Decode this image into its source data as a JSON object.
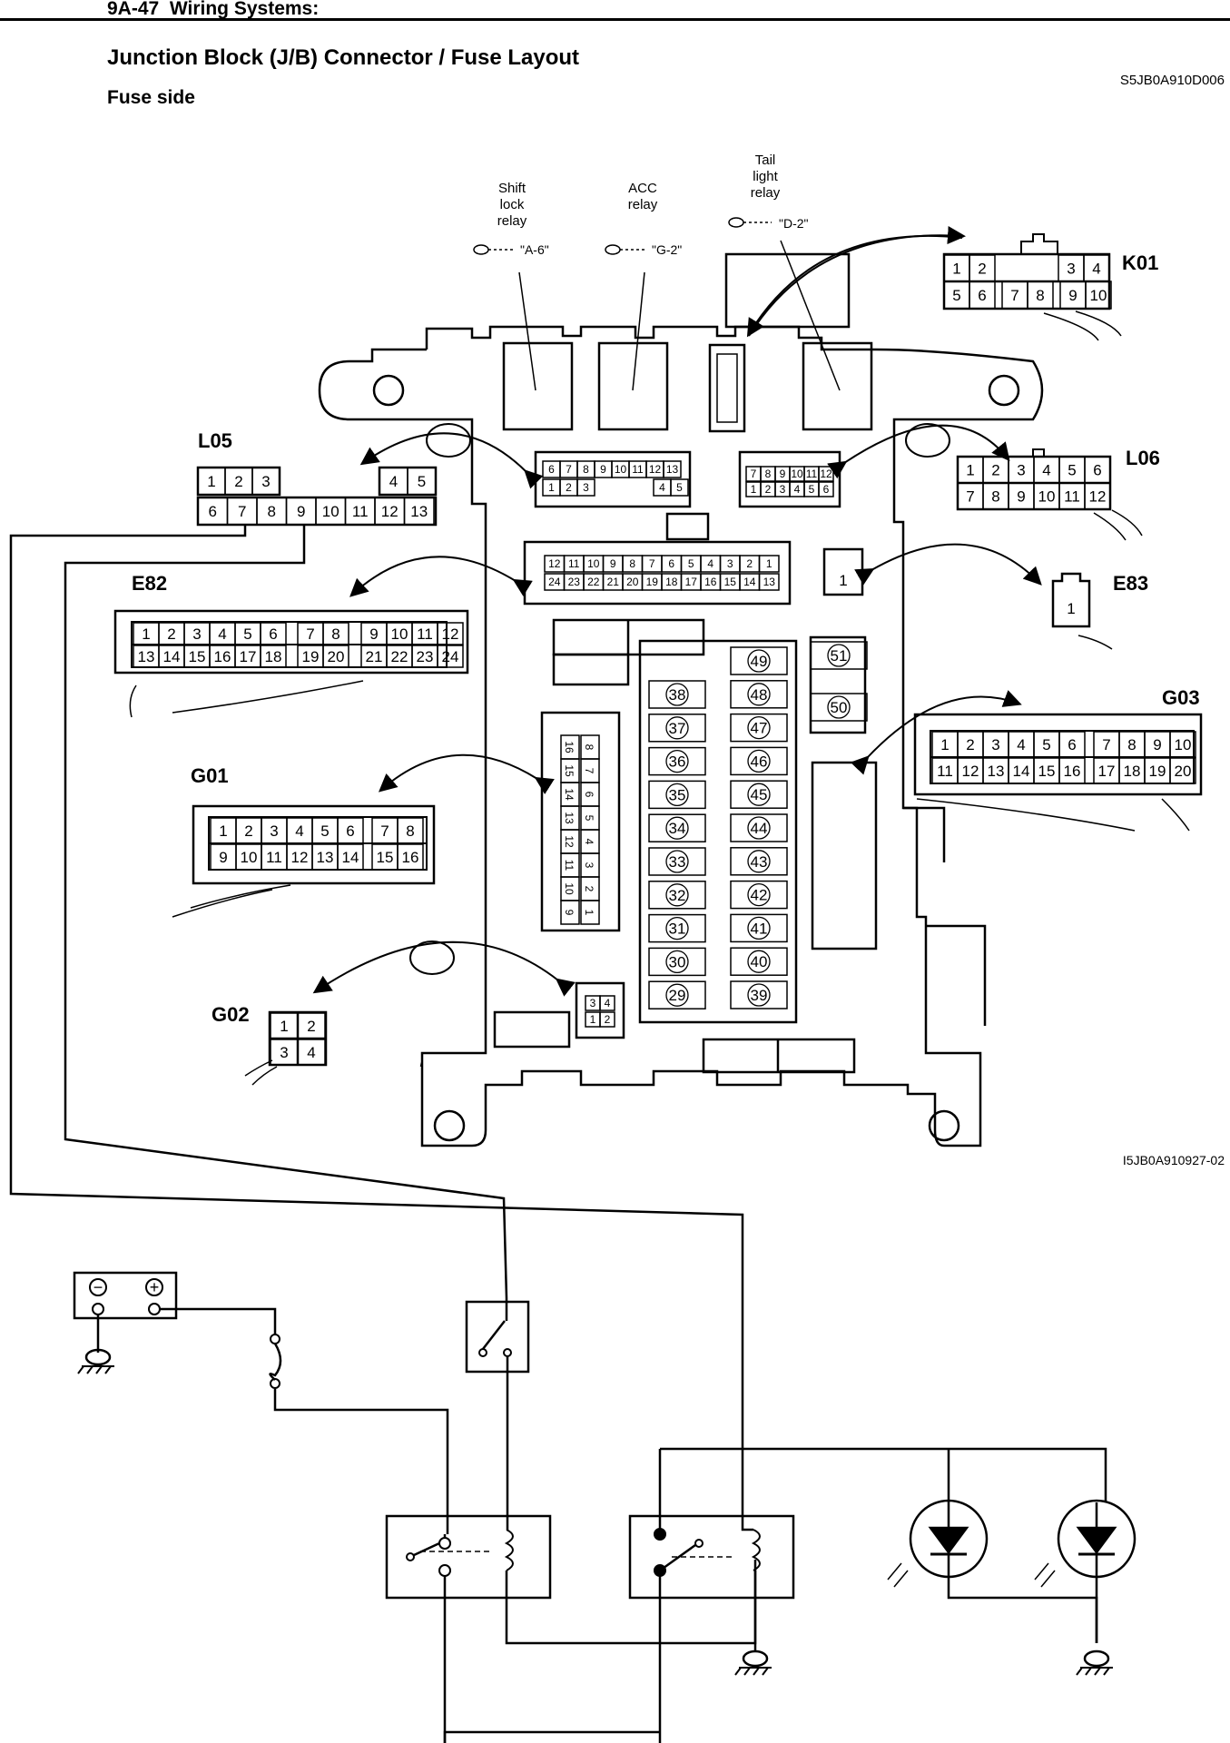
{
  "header": {
    "section": "9A-47",
    "section_title": "Wiring Systems:"
  },
  "title": "Junction Block (J/B) Connector / Fuse Layout",
  "subtitle": "Fuse side",
  "doc_id": "S5JB0A910D006",
  "figure_id": "I5JB0A910927-02",
  "relays": [
    {
      "lines": [
        "Shift",
        "lock",
        "relay"
      ],
      "ref": "\"A-6\""
    },
    {
      "lines": [
        "ACC",
        "relay"
      ],
      "ref": "\"G-2\""
    },
    {
      "lines": [
        "Tail",
        "light",
        "relay"
      ],
      "ref": "\"D-2\""
    }
  ],
  "connectors": {
    "K01": {
      "label": "K01",
      "row1": [
        "1",
        "2",
        "",
        "3",
        "4"
      ],
      "row2": [
        "5",
        "6",
        "7",
        "8",
        "9",
        "10"
      ]
    },
    "L05": {
      "label": "L05",
      "row1": [
        "1",
        "2",
        "3",
        "4",
        "5"
      ],
      "row2": [
        "6",
        "7",
        "8",
        "9",
        "10",
        "11",
        "12",
        "13"
      ]
    },
    "L06": {
      "label": "L06",
      "row1": [
        "1",
        "2",
        "3",
        "4",
        "5",
        "6"
      ],
      "row2": [
        "7",
        "8",
        "9",
        "10",
        "11",
        "12"
      ]
    },
    "E82": {
      "label": "E82",
      "row1": [
        "1",
        "2",
        "3",
        "4",
        "5",
        "6",
        "7",
        "8",
        "9",
        "10",
        "11",
        "12"
      ],
      "row2": [
        "13",
        "14",
        "15",
        "16",
        "17",
        "18",
        "19",
        "20",
        "21",
        "22",
        "23",
        "24"
      ]
    },
    "E83": {
      "label": "E83",
      "pin": "1"
    },
    "G03": {
      "label": "G03",
      "row1": [
        "1",
        "2",
        "3",
        "4",
        "5",
        "6",
        "7",
        "8",
        "9",
        "10"
      ],
      "row2": [
        "11",
        "12",
        "13",
        "14",
        "15",
        "16",
        "17",
        "18",
        "19",
        "20"
      ]
    },
    "G01": {
      "label": "G01",
      "row1": [
        "1",
        "2",
        "3",
        "4",
        "5",
        "6",
        "7",
        "8"
      ],
      "row2": [
        "9",
        "10",
        "11",
        "12",
        "13",
        "14",
        "15",
        "16"
      ]
    },
    "G02": {
      "label": "G02",
      "row1": [
        "1",
        "2"
      ],
      "row2": [
        "3",
        "4"
      ]
    }
  },
  "block_sockets": {
    "l05_side_row1": [
      "6",
      "7",
      "8",
      "9",
      "10",
      "11",
      "12",
      "13"
    ],
    "l05_side_row2": [
      "1",
      "2",
      "3",
      "4",
      "5"
    ],
    "l06_side_row1": [
      "7",
      "8",
      "9",
      "10",
      "11",
      "12"
    ],
    "l06_side_row2": [
      "1",
      "2",
      "3",
      "4",
      "5",
      "6"
    ],
    "e82_side_row1": [
      "12",
      "11",
      "10",
      "9",
      "8",
      "7",
      "6",
      "5",
      "4",
      "3",
      "2",
      "1"
    ],
    "e82_side_row2": [
      "24",
      "23",
      "22",
      "21",
      "20",
      "19",
      "18",
      "17",
      "16",
      "15",
      "14",
      "13"
    ],
    "e83_side": "1",
    "g02_side_row1": [
      "3",
      "4"
    ],
    "g02_side_row2": [
      "1",
      "2"
    ],
    "g01_side_col_a": [
      "16",
      "15",
      "14",
      "13",
      "12",
      "11",
      "10",
      "9"
    ],
    "g01_side_col_b": [
      "8",
      "7",
      "6",
      "5",
      "4",
      "3",
      "2",
      "1"
    ]
  },
  "fuses": {
    "left_col": [
      "38",
      "37",
      "36",
      "35",
      "34",
      "33",
      "32",
      "31",
      "30",
      "29"
    ],
    "right_col": [
      "49",
      "48",
      "47",
      "46",
      "45",
      "44",
      "43",
      "42",
      "41",
      "40",
      "39"
    ],
    "side": [
      "51",
      "50"
    ]
  },
  "schematic": {
    "battery_minus": "−",
    "battery_plus": "+"
  }
}
